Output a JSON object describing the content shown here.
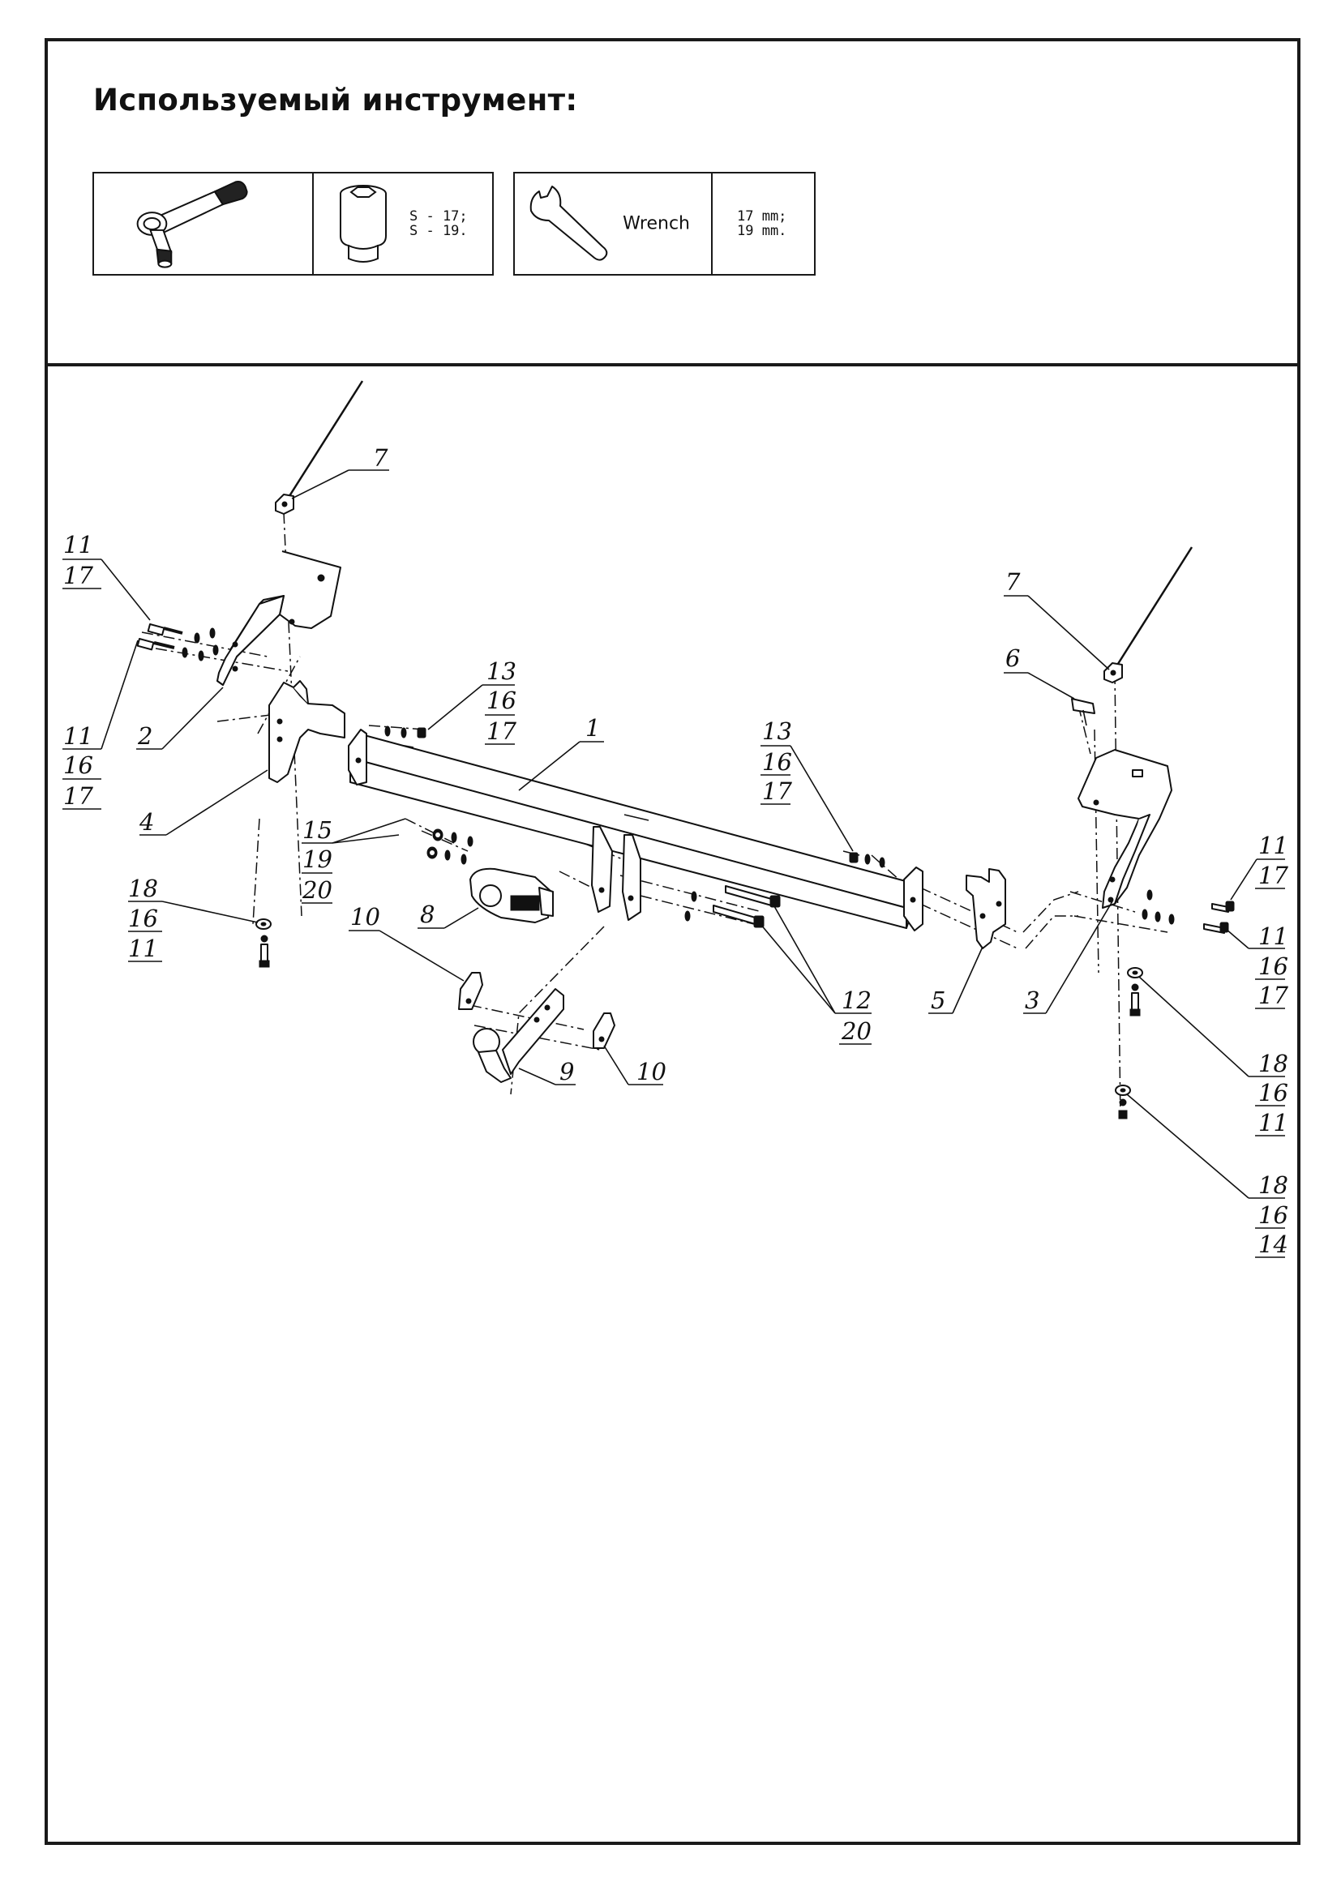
{
  "title": "Используемый инструмент:",
  "tools": {
    "socket_sizes": "S - 17;\nS - 19.",
    "wrench_label": "Wrench",
    "wrench_sizes": "17 mm;\n19 mm."
  },
  "callouts": {
    "c7a": [
      "7"
    ],
    "c11_17_left": [
      "11",
      "17"
    ],
    "c11_16_17_left": [
      "11",
      "16",
      "17"
    ],
    "c2": [
      "2"
    ],
    "c4": [
      "4"
    ],
    "c13_left": [
      "13",
      "16",
      "17"
    ],
    "c1": [
      "1"
    ],
    "c15": [
      "15",
      "19",
      "20"
    ],
    "c18_left": [
      "18",
      "16",
      "11"
    ],
    "c8": [
      "8"
    ],
    "c10a": [
      "10"
    ],
    "c9": [
      "9"
    ],
    "c10b": [
      "10"
    ],
    "c12": [
      "12",
      "20"
    ],
    "c13_right": [
      "13",
      "16",
      "17"
    ],
    "c5": [
      "5"
    ],
    "c7b": [
      "7"
    ],
    "c6": [
      "6"
    ],
    "c3": [
      "3"
    ],
    "c11_17_right": [
      "11",
      "17"
    ],
    "c11_16_17_right": [
      "11",
      "16",
      "17"
    ],
    "c18_right1": [
      "18",
      "16",
      "11"
    ],
    "c18_right2": [
      "18",
      "16",
      "14"
    ]
  },
  "icons": [
    "ratchet-icon",
    "socket-icon",
    "wrench-icon"
  ]
}
